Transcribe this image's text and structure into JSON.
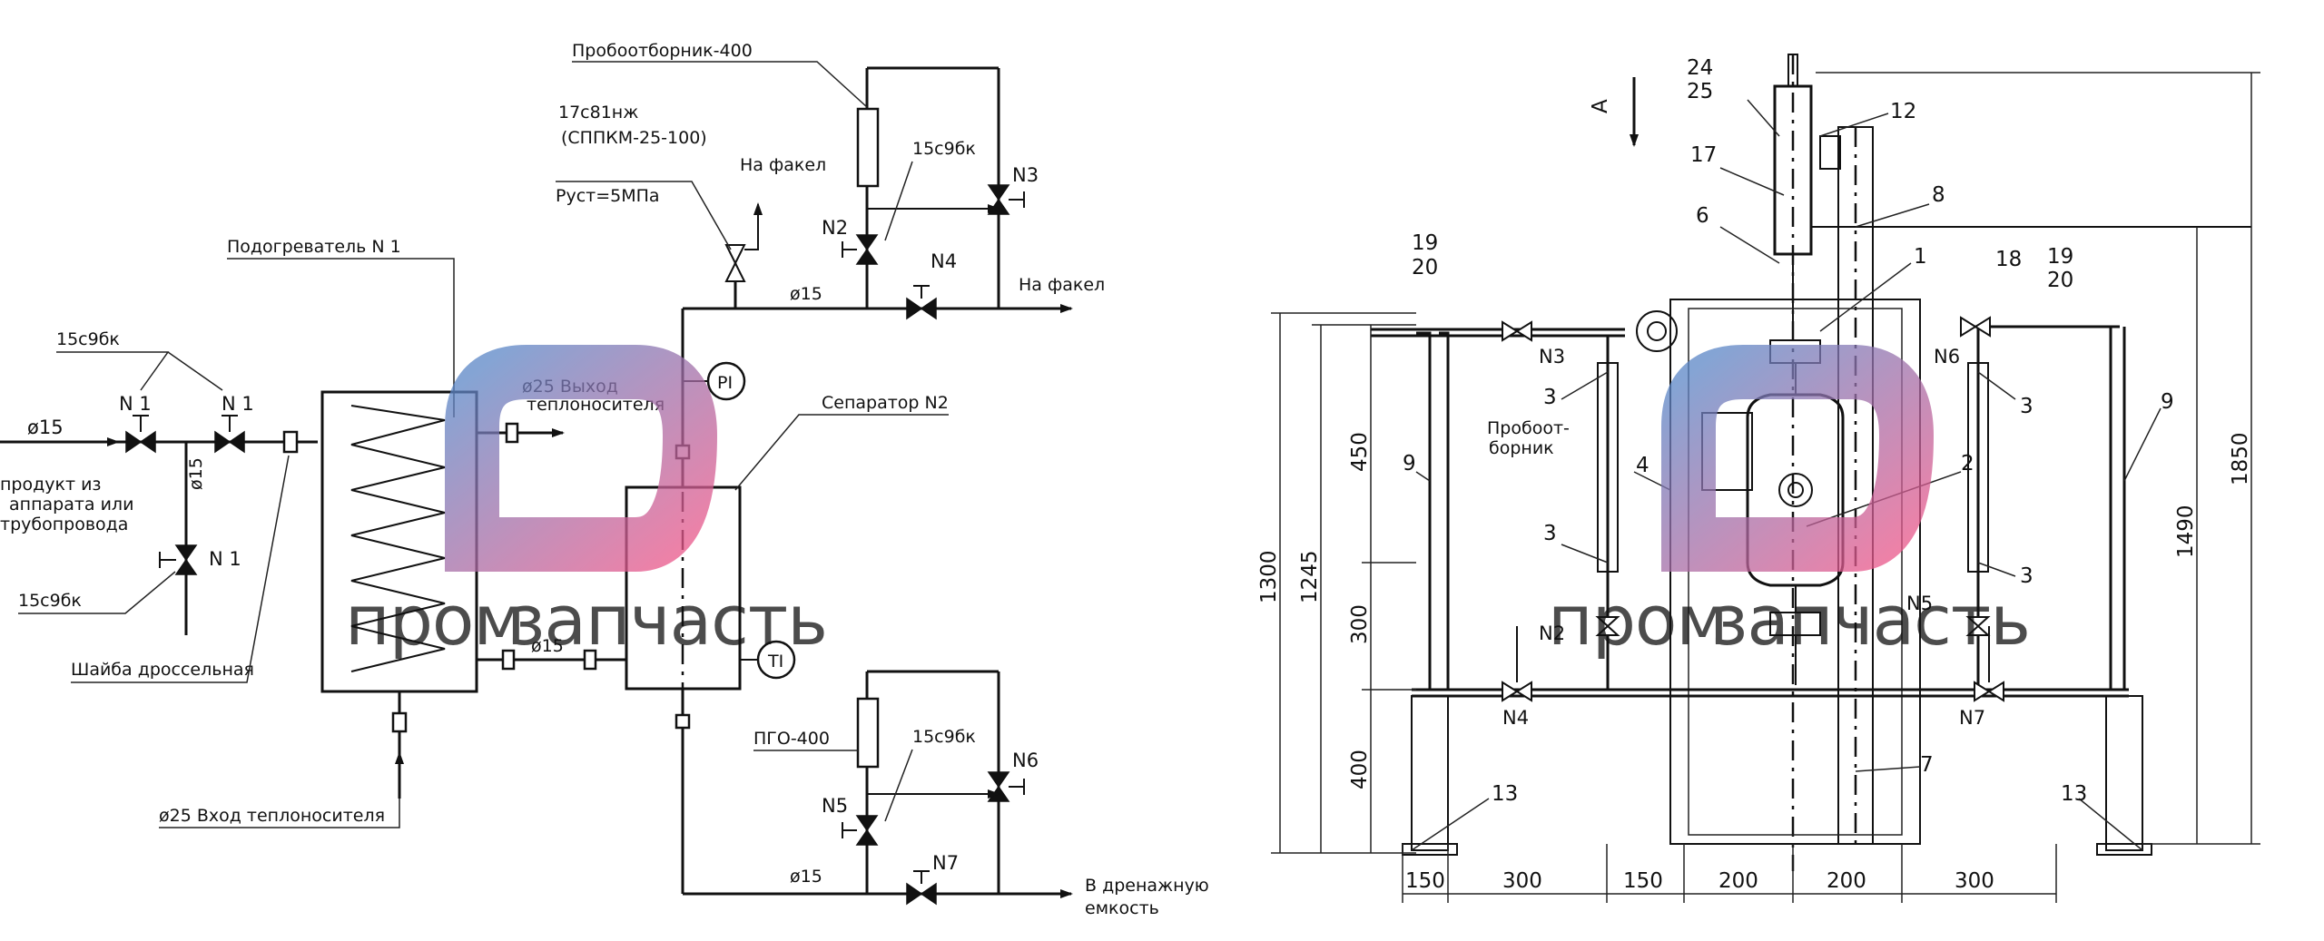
{
  "left_scheme": {
    "flow_sampler": "Пробоотборник-400",
    "safety_valve_model": "17с81нж",
    "safety_valve_spec": "(СППКМ-25-100)",
    "safety_valve_pressure": "Руст=5МПа",
    "to_flare_top": "На факел",
    "to_flare_right": "На факел",
    "valve_15s9bk_top": "15с9бк",
    "valve_15s9bk_left_top": "15с9бк",
    "valve_15s9bk_left_bottom": "15с9бк",
    "valve_15s9bk_bottom": "15с9бк",
    "heater": "Подогреватель N 1",
    "separator": "Сепаратор N2",
    "heat_out_dia": "ø25 Выход",
    "heat_out_label": "теплоносителя",
    "heat_in": "ø25 Вход теплоносителя",
    "inlet_dia": "ø15",
    "product_line1": "продукт из",
    "product_line2": "аппарата или",
    "product_line3": "трубопровода",
    "orifice": "Шайба дроссельная",
    "pipe_d15_a": "ø15",
    "pipe_d15_b": "ø15",
    "pipe_d15_c": "ø15",
    "pipe_d15_d": "ø15",
    "pgo": "ПГО-400",
    "drain_line1": "В дренажную",
    "drain_line2": "емкость",
    "valve_n1_a": "N 1",
    "valve_n1_b": "N 1",
    "valve_n1_c": "N 1",
    "valve_n2": "N2",
    "valve_n3": "N3",
    "valve_n4": "N4",
    "valve_n5": "N5",
    "valve_n6": "N6",
    "valve_n7": "N7",
    "instrument_pi": "PI",
    "instrument_ti": "TI"
  },
  "right_drawing": {
    "view_label": "A",
    "sampler_label_1": "Пробоот-",
    "sampler_label_2": "борник",
    "valves": {
      "n2": "N2",
      "n3": "N3",
      "n4": "N4",
      "n5": "N5",
      "n6": "N6",
      "n7": "N7"
    },
    "callouts": {
      "c24": "24",
      "c25": "25",
      "c12": "12",
      "c17": "17",
      "c8": "8",
      "c6": "6",
      "c1": "1",
      "c19a": "19",
      "c20a": "20",
      "c19b": "19",
      "c20b": "20",
      "c18": "18",
      "c3a": "3",
      "c3b": "3",
      "c3c": "3",
      "c3d": "3",
      "c4": "4",
      "c9a": "9",
      "c9b": "9",
      "c2": "2",
      "c7": "7",
      "c13a": "13",
      "c13b": "13"
    },
    "dims_vertical": {
      "d1300": "1300",
      "d1245": "1245",
      "d450": "450",
      "d300": "300",
      "d400": "400",
      "d1490": "1490",
      "d1850": "1850"
    },
    "dims_horizontal": {
      "h150a": "150",
      "h300a": "300",
      "h150b": "150",
      "h200a": "200",
      "h200b": "200",
      "h300b": "300"
    }
  },
  "watermark": {
    "text_part1": "пром",
    "text_part2": "запчасть",
    "colors": {
      "blue": "#5b86c6",
      "pink": "#e8578a"
    }
  }
}
